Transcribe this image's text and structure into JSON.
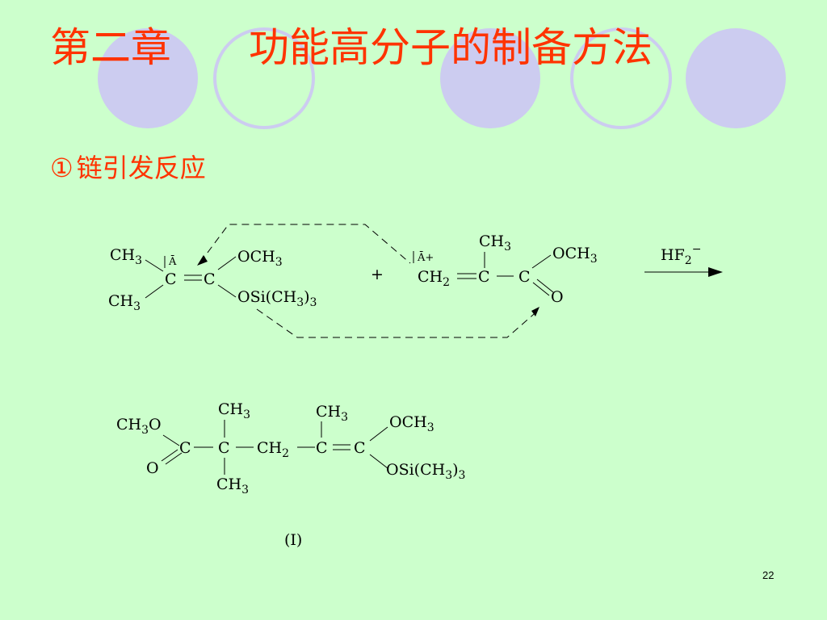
{
  "slide": {
    "title_part1": "第二章",
    "title_part2": "功能高分子的制备方法",
    "subtitle_marker": "①",
    "subtitle_text": "链引发反应",
    "page_number": "22"
  },
  "reaction": {
    "reactant1": {
      "ch3_top": "CH",
      "ch3_bottom": "CH",
      "anion_label": "Ā",
      "c_left": "C",
      "c_right": "C",
      "och3": "OCH",
      "osi": "OSi(CH",
      "osi_close": ")"
    },
    "plus": "+",
    "reactant2": {
      "anion_label": "Ā",
      "charge": "+",
      "ch2": "CH",
      "c_middle": "C",
      "c_right": "C",
      "ch3": "CH",
      "och3": "OCH",
      "oxygen": "O"
    },
    "catalyst": "HF",
    "catalyst_charge": "−",
    "subscript_3": "3",
    "subscript_2": "2"
  },
  "product": {
    "ch3o": "CH",
    "o_label": "O",
    "oxygen": "O",
    "c1": "C",
    "c2": "C",
    "ch3_top1": "CH",
    "ch3_bottom1": "CH",
    "ch2": "CH",
    "c3": "C",
    "ch3_top2": "CH",
    "c4": "C",
    "och3": "OCH",
    "osi": "OSi(CH",
    "osi_close": ")",
    "label": "(Ⅰ)"
  }
}
